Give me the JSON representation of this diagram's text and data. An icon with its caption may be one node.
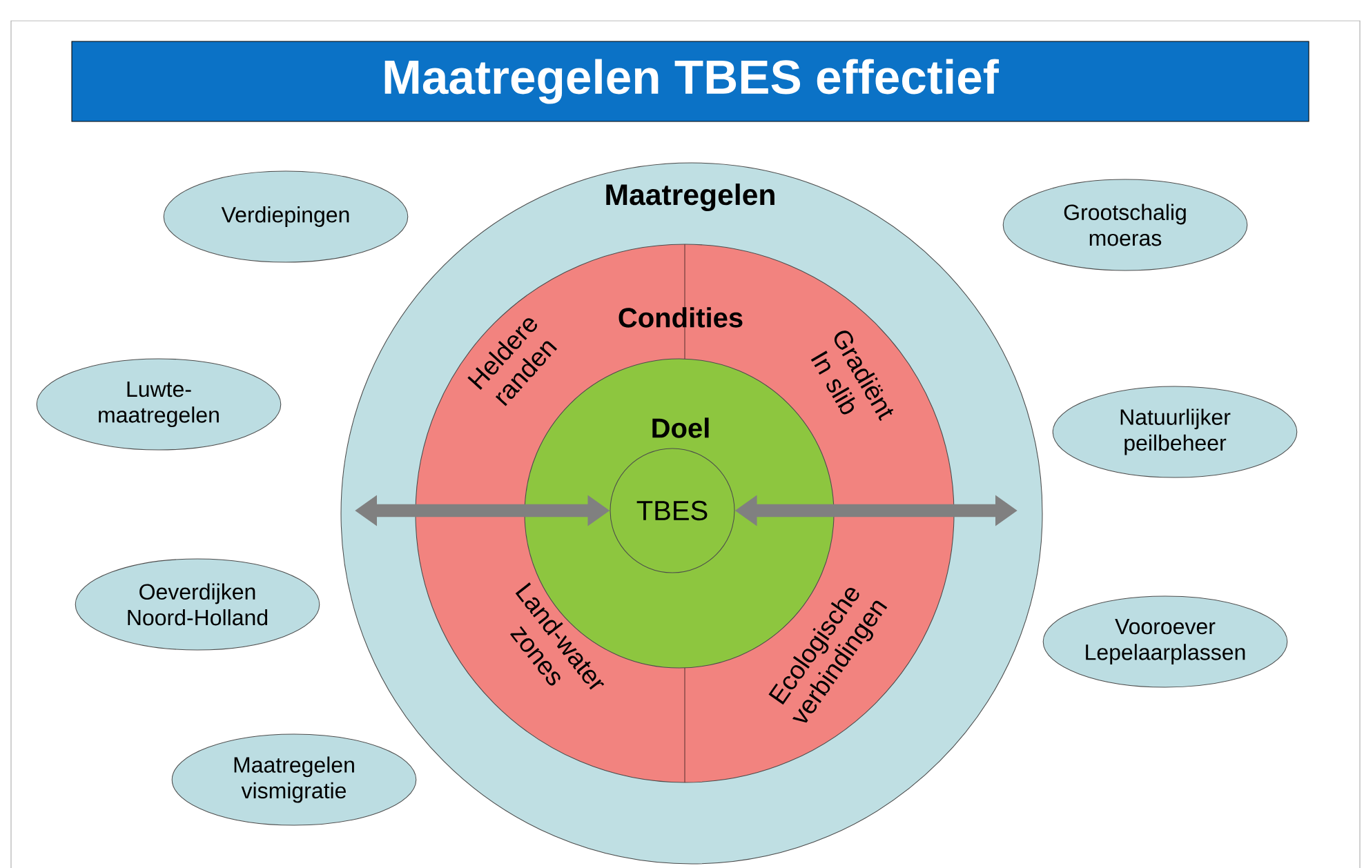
{
  "diagram": {
    "title": "Maatregelen TBES effectief",
    "nodes": [
      {
        "text": [
          "Maatregelen"
        ]
      },
      {
        "text": [
          "Condities",
          "Heldere randen",
          "Gradiënt In slib",
          "Land-water zones",
          "Ecologische verbindingen"
        ],
        "in": 0
      },
      {
        "text": [
          "Doel"
        ],
        "in": 1
      },
      {
        "text": [
          "TBES"
        ],
        "in": 2
      },
      {
        "text": [
          "Verdiepingen"
        ]
      },
      {
        "text": [
          "Grootschalig moeras"
        ]
      },
      {
        "text": [
          "Luwte-maatregelen"
        ]
      },
      {
        "text": [
          "Natuurlijker peilbeheer"
        ]
      },
      {
        "text": [
          "Oeverdijken Noord-Holland"
        ]
      },
      {
        "text": [
          "Vooroever Lepelaarplassen"
        ]
      },
      {
        "text": [
          "Maatregelen vismigratie"
        ]
      }
    ],
    "edges": [
      {
        "from": null,
        "to": 3,
        "arrow": "both"
      },
      {
        "from": 3,
        "to": null,
        "arrow": "both"
      }
    ]
  }
}
